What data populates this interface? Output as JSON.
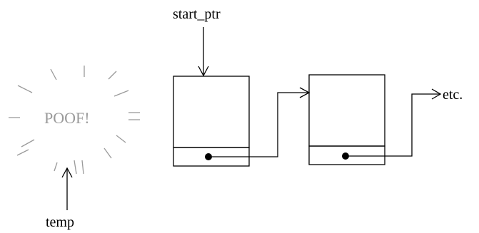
{
  "labels": {
    "start_ptr": "start_ptr",
    "temp": "temp",
    "poof": "POOF!",
    "etc": "etc."
  },
  "colors": {
    "ink": "#000000",
    "faded": "#9a9a9a",
    "background": "#ffffff"
  },
  "icons": {
    "null_pointer_dot": "filled-circle",
    "arrowhead": "open-chevron-arrow"
  }
}
